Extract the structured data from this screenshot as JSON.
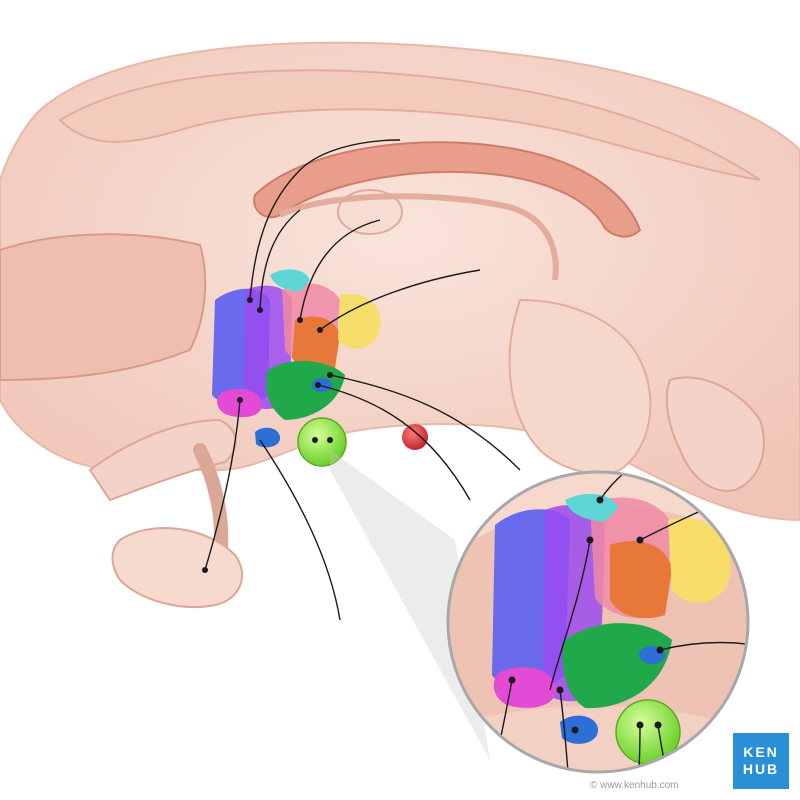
{
  "brand": {
    "logo_line1": "KEN",
    "logo_line2": "HUB",
    "copyright": "© www.kenhub.com",
    "logo_color": "#2a8fd6"
  },
  "colors": {
    "brain_base": "#f4d3c8",
    "brain_light": "#f8e2da",
    "brain_dark": "#e0a99a",
    "corpus_callosum": "#eaa593",
    "nucleus_blue": "#5a5ff0",
    "nucleus_violet": "#9b4bf0",
    "nucleus_magenta": "#e34ad6",
    "nucleus_orange": "#e8783a",
    "nucleus_yellow": "#f7dd6a",
    "nucleus_green": "#21a84a",
    "nucleus_cyan": "#5fd6d6",
    "nucleus_pink": "#f08aa6",
    "mammillary_lime": "#8fe24a",
    "small_blue": "#2c6fd6",
    "red_dot": "#d83a3a",
    "leader_line": "#1a1a1a"
  }
}
